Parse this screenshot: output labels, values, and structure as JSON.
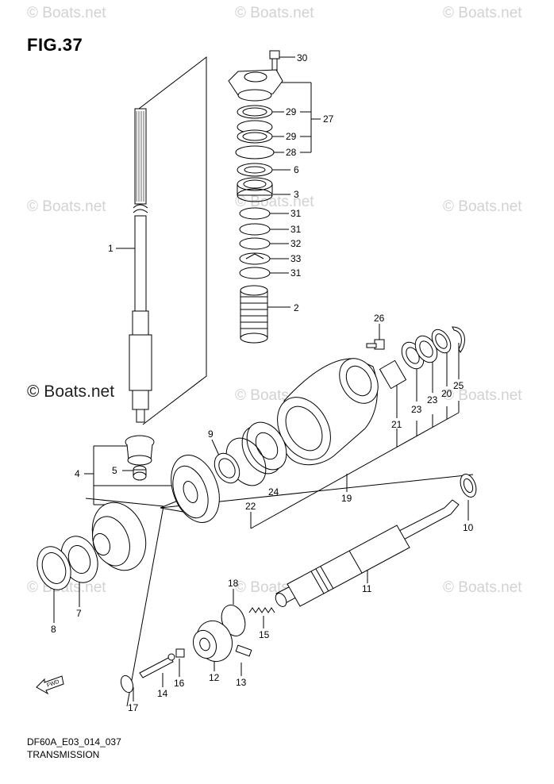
{
  "figure": {
    "title": "FIG.37",
    "code": "DF60A_E03_014_037",
    "section": "TRANSMISSION",
    "watermark_light": "© Boats.net",
    "watermark_dark": "© Boats.net",
    "fwd_label": "FWD"
  },
  "callouts": [
    "1",
    "2",
    "3",
    "4",
    "5",
    "6",
    "7",
    "8",
    "9",
    "10",
    "11",
    "12",
    "13",
    "14",
    "15",
    "16",
    "17",
    "18",
    "19",
    "20",
    "21",
    "22",
    "23",
    "24",
    "25",
    "26",
    "27",
    "28",
    "29",
    "29",
    "30",
    "31",
    "31",
    "31",
    "32",
    "33"
  ],
  "colors": {
    "line": "#000000",
    "watermark": "#d2d2d2",
    "background": "#ffffff"
  }
}
